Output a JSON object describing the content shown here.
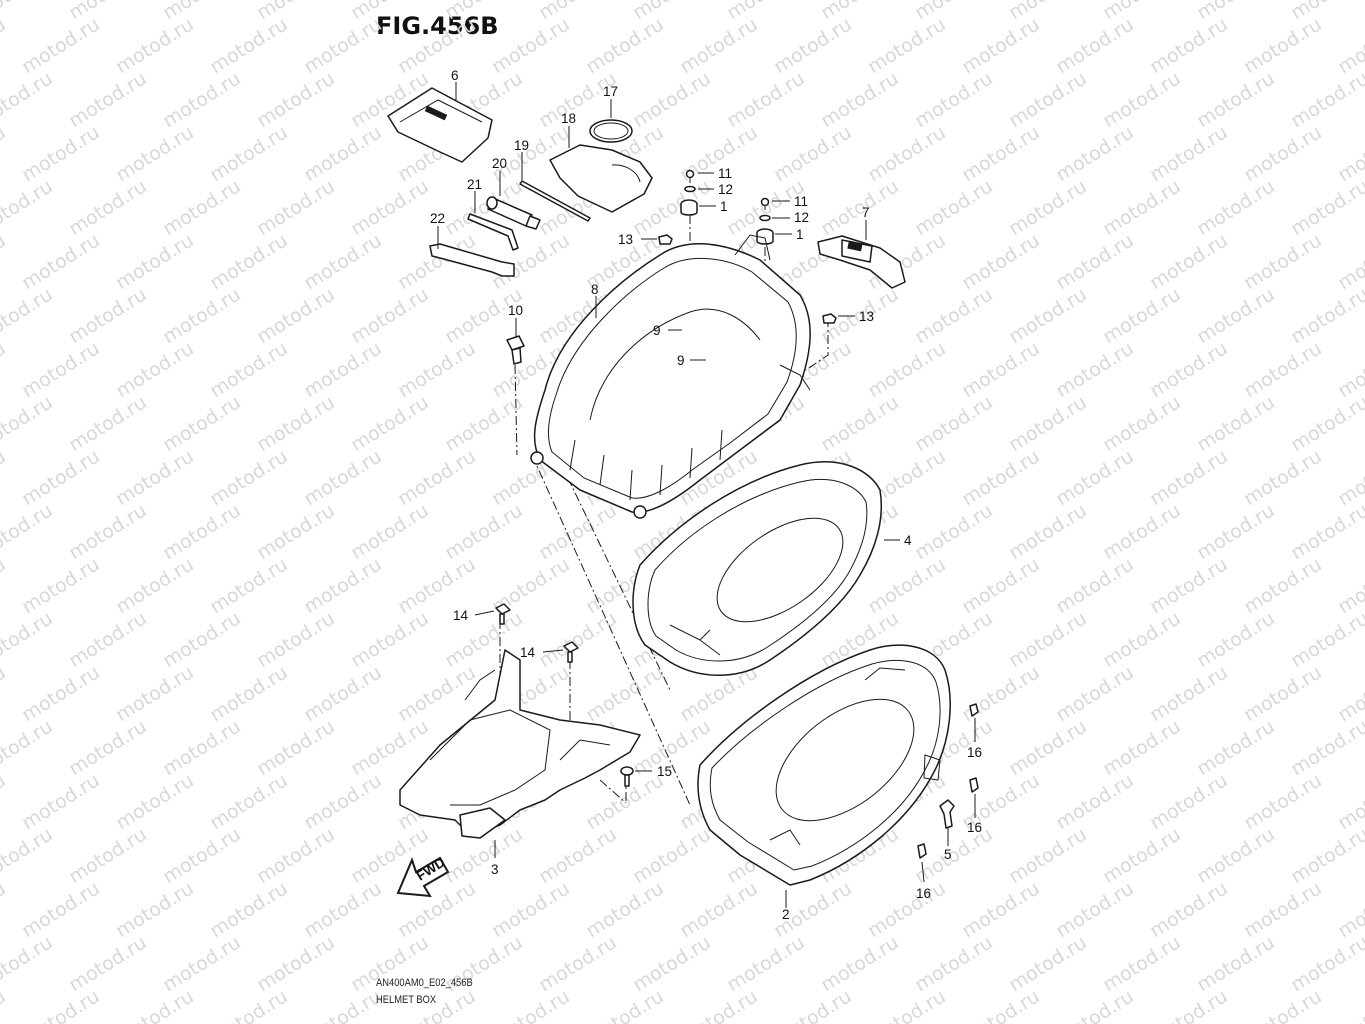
{
  "figure": {
    "title": "FIG.456B",
    "code": "AN400AM0_E02_456B",
    "caption": "HELMET BOX"
  },
  "watermark": {
    "text": "motod.ru",
    "color": "#d8d8d8"
  },
  "direction_arrow": {
    "label": "FWD"
  },
  "callouts": [
    {
      "id": "c1a",
      "label": "1"
    },
    {
      "id": "c1b",
      "label": "1"
    },
    {
      "id": "c2",
      "label": "2"
    },
    {
      "id": "c3",
      "label": "3"
    },
    {
      "id": "c4",
      "label": "4"
    },
    {
      "id": "c5",
      "label": "5"
    },
    {
      "id": "c6",
      "label": "6"
    },
    {
      "id": "c7",
      "label": "7"
    },
    {
      "id": "c8",
      "label": "8"
    },
    {
      "id": "c9a",
      "label": "9"
    },
    {
      "id": "c9b",
      "label": "9"
    },
    {
      "id": "c10",
      "label": "10"
    },
    {
      "id": "c11a",
      "label": "11"
    },
    {
      "id": "c11b",
      "label": "11"
    },
    {
      "id": "c12a",
      "label": "12"
    },
    {
      "id": "c12b",
      "label": "12"
    },
    {
      "id": "c13a",
      "label": "13"
    },
    {
      "id": "c13b",
      "label": "13"
    },
    {
      "id": "c14a",
      "label": "14"
    },
    {
      "id": "c14b",
      "label": "14"
    },
    {
      "id": "c15",
      "label": "15"
    },
    {
      "id": "c16a",
      "label": "16"
    },
    {
      "id": "c16b",
      "label": "16"
    },
    {
      "id": "c16c",
      "label": "16"
    },
    {
      "id": "c17",
      "label": "17"
    },
    {
      "id": "c18",
      "label": "18"
    },
    {
      "id": "c19",
      "label": "19"
    },
    {
      "id": "c20",
      "label": "20"
    },
    {
      "id": "c21",
      "label": "21"
    },
    {
      "id": "c22",
      "label": "22"
    }
  ]
}
